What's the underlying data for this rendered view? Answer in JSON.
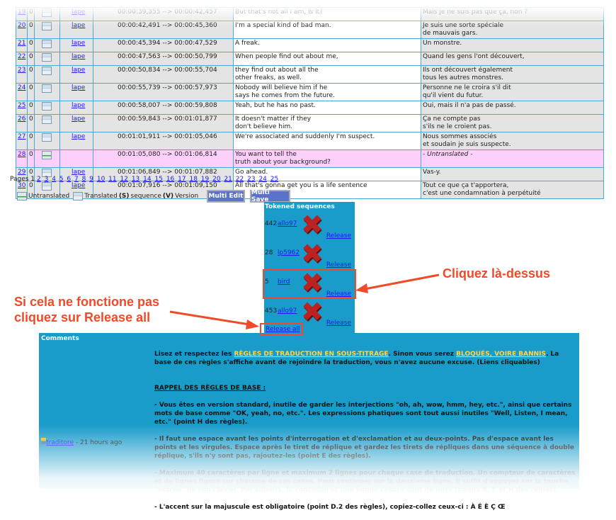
{
  "rows": [
    {
      "n": "19",
      "z": "0",
      "u": "lape",
      "t": "00:00:39,355 --> 00:00:42,457",
      "en": "But that's not all I am, is it?",
      "fr": "Mais je ne suis pas que ça, non ?",
      "type": "translated"
    },
    {
      "n": "20",
      "z": "0",
      "u": "lape",
      "t": "00:00:42,491 --> 00:00:45,360",
      "en": "I'm a special kind of bad man.",
      "fr": "Je suis une sorte spéciale\nde mauvais gars.",
      "type": "translated"
    },
    {
      "n": "21",
      "z": "0",
      "u": "lape",
      "t": "00:00:45,394 --> 00:00:47,529",
      "en": "A freak.",
      "fr": "Un monstre.",
      "type": "translated"
    },
    {
      "n": "22",
      "z": "0",
      "u": "lape",
      "t": "00:00:47,563 --> 00:00:50,799",
      "en": "When people find out about me,",
      "fr": "Quand les gens l'ont découvert,",
      "type": "translated"
    },
    {
      "n": "23",
      "z": "0",
      "u": "lape",
      "t": "00:00:50,834 --> 00:00:55,704",
      "en": "they find out about all the\nother freaks, as well.",
      "fr": "Ils ont découvert également\ntous les autres monstres.",
      "type": "translated"
    },
    {
      "n": "24",
      "z": "0",
      "u": "lape",
      "t": "00:00:55,739 --> 00:00:57,973",
      "en": "Nobody will believe him if he\nsays he comes from the future.",
      "fr": "Personne ne le croira s'il dit\nqu'il vient du futur.",
      "type": "translated"
    },
    {
      "n": "25",
      "z": "0",
      "u": "lape",
      "t": "00:00:58,007 --> 00:00:59,808",
      "en": "Yeah, but he has no past.",
      "fr": "Oui, mais il n'a pas de passé.",
      "type": "translated"
    },
    {
      "n": "26",
      "z": "0",
      "u": "lape",
      "t": "00:00:59,843 --> 00:01:01,877",
      "en": "It doesn't matter if they\ndon't believe him.",
      "fr": "Ça ne compte pas\ns'ils ne le croient pas.",
      "type": "translated"
    },
    {
      "n": "27",
      "z": "0",
      "u": "lape",
      "t": "00:01:01,911 --> 00:01:05,046",
      "en": "We're associated and suddenly I'm suspect.",
      "fr": "Nous sommes associés\net soudain je suis suspecte.",
      "type": "translated"
    },
    {
      "n": "28",
      "z": "0",
      "u": "",
      "t": "00:01:05,080 --> 00:01:06,814",
      "en": "You want to tell the\ntruth about your background?",
      "fr": "- Untranslated -",
      "type": "untranslated"
    },
    {
      "n": "29",
      "z": "0",
      "u": "lape",
      "t": "00:01:06,849 --> 00:01:07,882",
      "en": "Go ahead.",
      "fr": "Vas-y.",
      "type": "translated"
    },
    {
      "n": "30",
      "z": "0",
      "u": "lape",
      "t": "00:01:07,916 --> 00:01:09,150",
      "en": "All that's gonna get you is a life sentence",
      "fr": "Tout ce que ça t'apportera,\nc'est une condamnation à perpétuité",
      "type": "translated"
    }
  ],
  "pages": {
    "label": "Pages",
    "current": "1",
    "links": [
      "2",
      "3",
      "4",
      "5",
      "6",
      "7",
      "8",
      "9",
      "10",
      "11",
      "12",
      "13",
      "14",
      "15",
      "16",
      "17",
      "18",
      "19",
      "20",
      "21",
      "22",
      "23",
      "24",
      "25"
    ]
  },
  "legend": {
    "untranslated": "Untranslated",
    "translated": "Translated",
    "s": "(S)",
    "sequence": "sequence",
    "v": "(V)",
    "version": "Version"
  },
  "buttons": {
    "multi_edit": "Multi Edit",
    "multi_save": "Multi Save"
  },
  "tokened": {
    "title": "Tokened sequences",
    "items": [
      {
        "n": "442",
        "user": "allo97",
        "release": "Release"
      },
      {
        "n": "28",
        "user": "lp5962",
        "release": "Release"
      },
      {
        "n": "5",
        "user": "bird",
        "release": "Release"
      },
      {
        "n": "453",
        "user": "allo97",
        "release": "Release"
      }
    ],
    "release_all": "Release all"
  },
  "comments": {
    "title": "Comments",
    "author": "traditore",
    "time": "- 21 hours ago",
    "p1a": "Lisez et respectez les ",
    "link1": "RÈGLES DE TRADUCTION EN SOUS-TITRAGE",
    "p1b": ". Sinon vous serez ",
    "link2": "BLOQUÉS, VOIRE BANNIS",
    "p1c": ". La base de ces règles s'affiche avant de rejoindre la traduction, vous n'avez aucune excuse. (Liens cliquables)",
    "heading": "RAPPEL DES RÈGLES DE BASE :",
    "p2": "- Vous êtes en version standard, inutile de garder les interjections \"oh, ah, wow, hmm, hey, etc.\", ainsi que certains mots de base comme \"OK, yeah, no, etc.\". Les expressions phatiques sont tout aussi inutiles \"Well, Listen, I mean, etc.\" (point H des règles).",
    "p3": "- Il faut une espace avant les points d'interrogation et d'exclamation et au deux-points. Pas d'espace avant les points et les virgules. Espace après le tiret de réplique et gardez les tirets de répliques dans une séquence à double réplique, s'ils n'y sont pas, rajoutez-les (point E des règles).",
    "p4": "- Maximum 40 caractères par ligne et maximum 2 lignes pour chaque case de traduction. Un compteur de caractères et de lignes figure sur chacune de ces cases. Pour continuer sur la deuxième ligne, Il suffit d'appuyer sur la touche \"entrée\" de son clavier. Par ailleurs, la concision et une bonne césure sont de mise (points B, C et H des règles).",
    "p5": "- L'accent sur la majuscule est obligatoire (point D.2 des règles), copiez-collez ceux-ci : À É È Ç Œ"
  },
  "annotations": {
    "click_here": "Cliquez là-dessus",
    "fallback": "Si cela ne fonctione pas\ncliquez sur Release all"
  },
  "colors": {
    "accent": "#1a9ccb",
    "annotation": "#f04a28",
    "untranslated_row": "#fcd0fb"
  }
}
